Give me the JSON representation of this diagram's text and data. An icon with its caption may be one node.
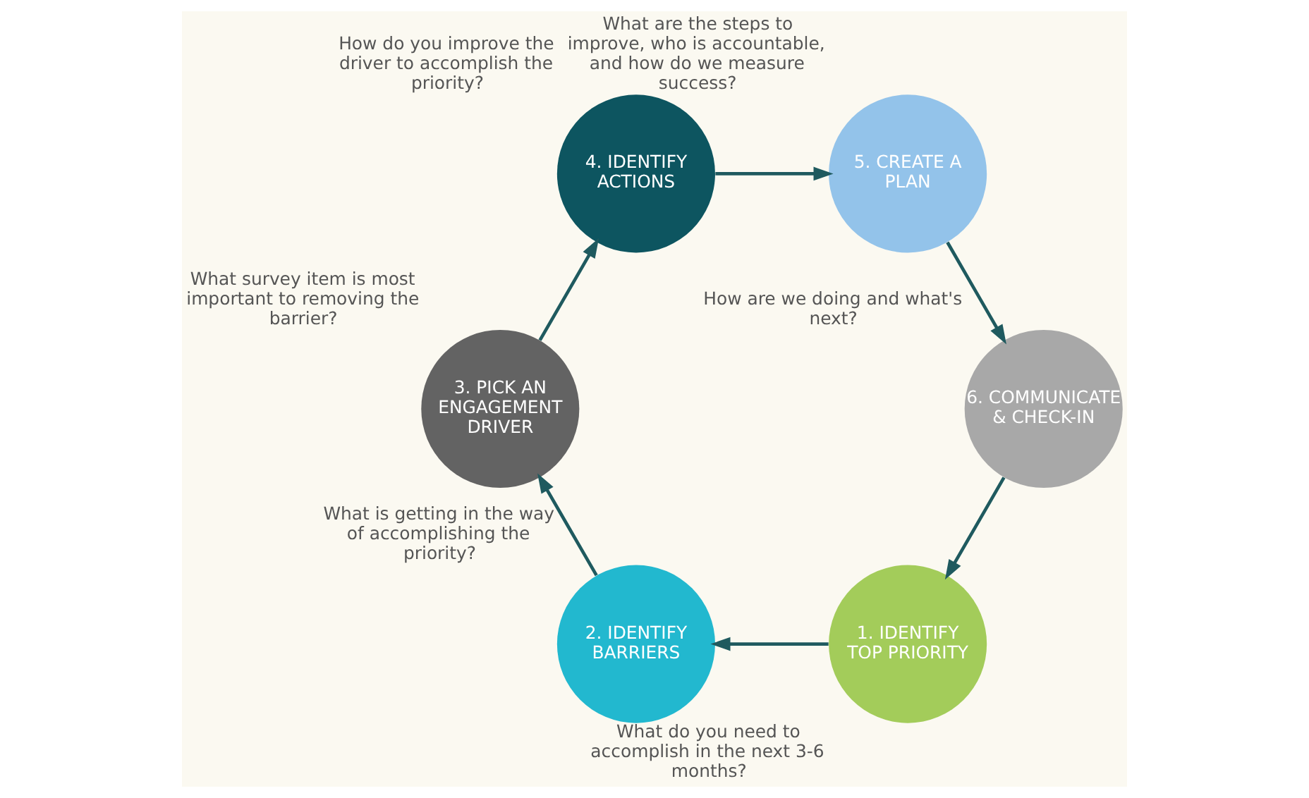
{
  "diagram": {
    "nodes": [
      {
        "text": [
          "1. IDENTIFY TOP PRIORITY"
        ],
        "beside": [
          "What do you need to accomplish in the next 3-6 months?"
        ]
      },
      {
        "text": [
          "2. IDENTIFY BARRIERS"
        ],
        "beside": [
          "What is getting in the way of accomplishing the priority?"
        ]
      },
      {
        "text": [
          "3. PICK AN ENGAGEMENT DRIVER"
        ],
        "beside": [
          "What survey item is most important to removing the barrier?"
        ]
      },
      {
        "text": [
          "4. IDENTIFY ACTIONS"
        ],
        "beside": [
          "How do you improve the driver to accomplish the priority?"
        ]
      },
      {
        "text": [
          "5. CREATE A PLAN"
        ],
        "beside": [
          "What are the steps to improve, who is accountable, and how do we measure success?"
        ]
      },
      {
        "text": [
          "6. COMMUNICATE & CHECK-IN"
        ],
        "beside": [
          "How are we doing and what's next?"
        ]
      }
    ],
    "edges": [
      {
        "from": 0,
        "to": 1,
        "arrow": "to"
      },
      {
        "from": 1,
        "to": 2,
        "arrow": "to"
      },
      {
        "from": 2,
        "to": 3,
        "arrow": "to"
      },
      {
        "from": 3,
        "to": 4,
        "arrow": "to"
      },
      {
        "from": 4,
        "to": 5,
        "arrow": "to"
      },
      {
        "from": 5,
        "to": 0,
        "arrow": "to"
      }
    ]
  }
}
